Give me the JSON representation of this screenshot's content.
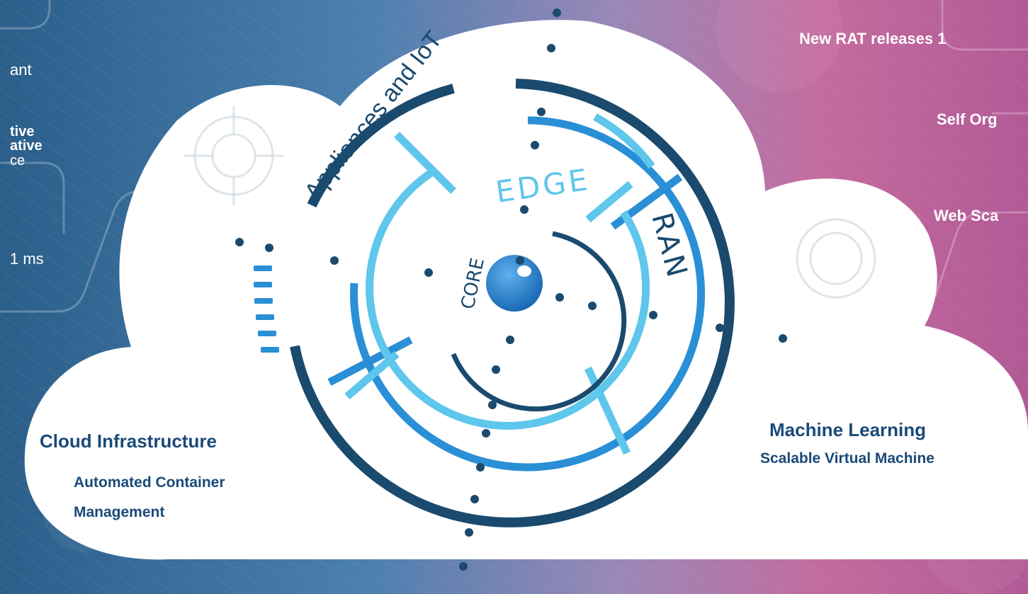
{
  "diagram": {
    "core_label": "CORE",
    "edge_label": "EDGE",
    "ran_label": "RAN",
    "iot_label": "Appliances and IoT"
  },
  "left_panel": {
    "line1": "ant",
    "line2": "tive",
    "line3": "ative",
    "line4": "ce",
    "line5": "1 ms"
  },
  "right_panel": {
    "line1": "New RAT releases 1",
    "line2": "Self  Org",
    "line3": "Web Sca"
  },
  "cloud_left": {
    "title": "Cloud Infrastructure",
    "subtitle_line1": "Automated Container",
    "subtitle_line2": "Management"
  },
  "cloud_right": {
    "title": "Machine Learning",
    "subtitle": "Scalable Virtual Machine"
  },
  "colors": {
    "dark_navy": "#1a4a6e",
    "mid_blue": "#2a8fd6",
    "light_cyan": "#5fc6ec",
    "text_navy": "#1a4a78"
  }
}
